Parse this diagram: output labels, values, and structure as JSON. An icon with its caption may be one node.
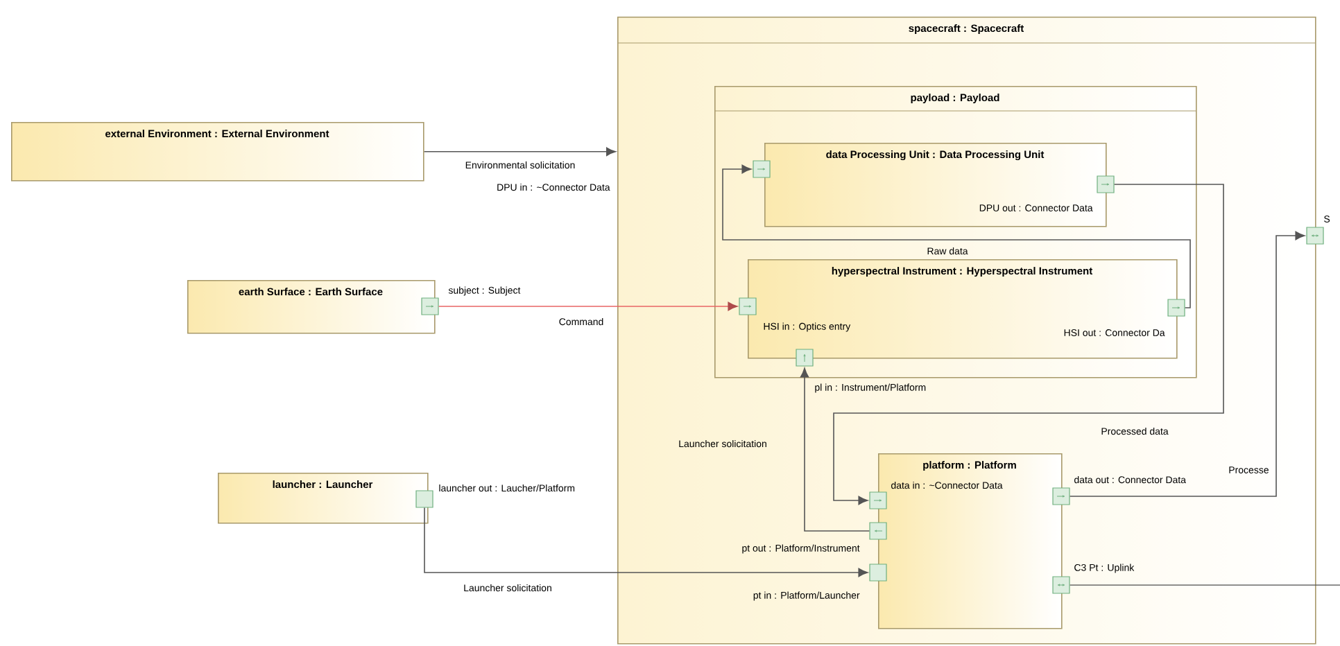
{
  "diagram": {
    "nodes": [
      {
        "text": [
          "external Environment : External Environment"
        ]
      },
      {
        "text": [
          "earth Surface : Earth Surface"
        ]
      },
      {
        "text": [
          "launcher : Launcher"
        ]
      },
      {
        "text": [
          "spacecraft : Spacecraft"
        ]
      },
      {
        "text": [
          "payload : Payload"
        ],
        "in": 3
      },
      {
        "text": [
          "data Processing Unit : Data Processing Unit"
        ],
        "in": 4
      },
      {
        "text": [
          "hyperspectral Instrument : Hyperspectral Instrument"
        ],
        "in": 4
      },
      {
        "text": [
          "platform : Platform"
        ],
        "in": 3
      },
      {
        "text": [],
        "shape": "box",
        "beside": [
          "subject : Subject"
        ]
      },
      {
        "text": [],
        "shape": "box",
        "in": 4
      },
      {
        "text": [],
        "shape": "box",
        "in": 4
      },
      {
        "text": [],
        "shape": "box",
        "in": 4
      },
      {
        "text": [],
        "shape": "box",
        "in": 4
      },
      {
        "text": [],
        "shape": "box",
        "in": 4,
        "beside": [
          "pl in : Instrument/Platform"
        ]
      },
      {
        "text": [],
        "shape": "box",
        "beside": [
          "launcher out : Laucher/Platform"
        ]
      },
      {
        "text": [],
        "shape": "box",
        "in": 3,
        "beside": [
          "data in : ~Connector Data"
        ]
      },
      {
        "text": [],
        "shape": "box",
        "in": 3,
        "beside": [
          "pt out : Platform/Instrument"
        ]
      },
      {
        "text": [],
        "shape": "box",
        "in": 3,
        "beside": [
          "pt in : Platform/Launcher"
        ]
      },
      {
        "text": [],
        "shape": "box",
        "in": 3,
        "beside": [
          "data out : Connector Data"
        ]
      },
      {
        "text": [],
        "shape": "box",
        "in": 3,
        "beside": [
          "C3 Pt : Uplink"
        ]
      },
      {
        "text": [],
        "shape": "box",
        "beside": [
          "S"
        ]
      }
    ],
    "edges": [
      {
        "from": 0,
        "to": 3,
        "arrow": "to",
        "label": "Environmental solicitation"
      },
      {
        "from": 8,
        "to": 11,
        "arrow": "to",
        "label": "Command",
        "color": "#e86464"
      },
      {
        "from": 14,
        "to": 17,
        "arrow": "to",
        "label": "Launcher solicitation"
      },
      {
        "from": 16,
        "to": 13,
        "arrow": "to",
        "label": "Launcher solicitation"
      },
      {
        "from": 12,
        "to": 9,
        "arrow": "to",
        "label": "Raw data"
      },
      {
        "from": 10,
        "to": 15,
        "arrow": "to",
        "label": "Processed data"
      },
      {
        "from": 18,
        "to": 20,
        "arrow": "to",
        "label": "Processe"
      },
      {
        "from": 19,
        "to": null,
        "arrow": "none"
      }
    ],
    "labels": [
      "DPU in : ~Connector Data",
      "DPU out : Connector Data",
      "HSI in : Optics entry",
      "HSI out : Connector Da"
    ]
  }
}
